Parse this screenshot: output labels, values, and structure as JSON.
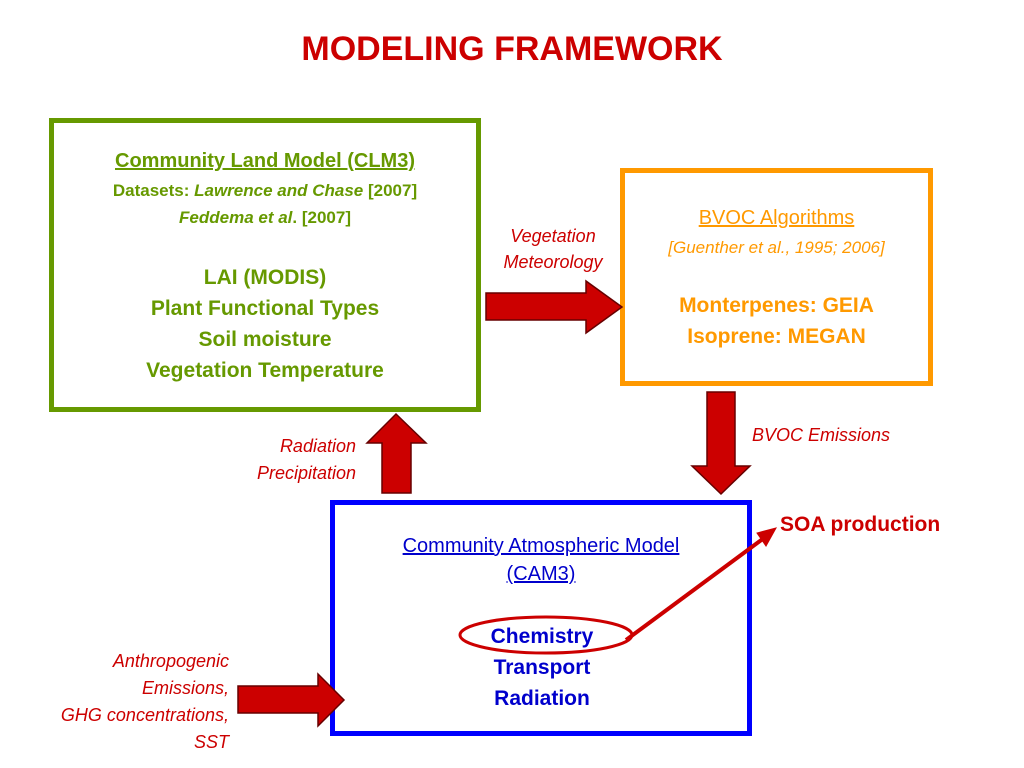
{
  "title": "MODELING FRAMEWORK",
  "clm": {
    "heading": "Community Land Model (CLM3)",
    "datasets_label": "Datasets: ",
    "datasets_authors1": "Lawrence and Chase",
    "datasets_year1": " [2007]",
    "datasets_authors2": "Feddema et al",
    "datasets_year2": ". [2007]",
    "items": [
      "LAI (MODIS)",
      "Plant Functional Types",
      "Soil moisture",
      "Vegetation Temperature"
    ]
  },
  "bvoc": {
    "heading": "BVOC Algorithms",
    "citation": "[Guenther et al., 1995; 2006]",
    "items": [
      "Monterpenes: GEIA",
      "Isoprene: MEGAN"
    ]
  },
  "cam": {
    "heading_line1": "Community Atmospheric Model",
    "heading_line2": "(CAM3)",
    "items": [
      "Chemistry",
      "Transport",
      "Radiation"
    ]
  },
  "labels": {
    "vegetation_meteorology": [
      "Vegetation",
      "Meteorology"
    ],
    "radiation_precipitation": [
      "Radiation",
      "Precipitation"
    ],
    "bvoc_emissions": "BVOC Emissions",
    "soa_production": "SOA production",
    "anthropogenic": [
      "Anthropogenic",
      "Emissions,",
      "GHG concentrations,",
      "SST"
    ]
  },
  "colors": {
    "title": "#cc0000",
    "clm_border": "#669900",
    "bvoc_border": "#ff9900",
    "cam_border": "#0000ff",
    "arrow_fill": "#cc0000",
    "arrow_stroke": "#660000"
  }
}
